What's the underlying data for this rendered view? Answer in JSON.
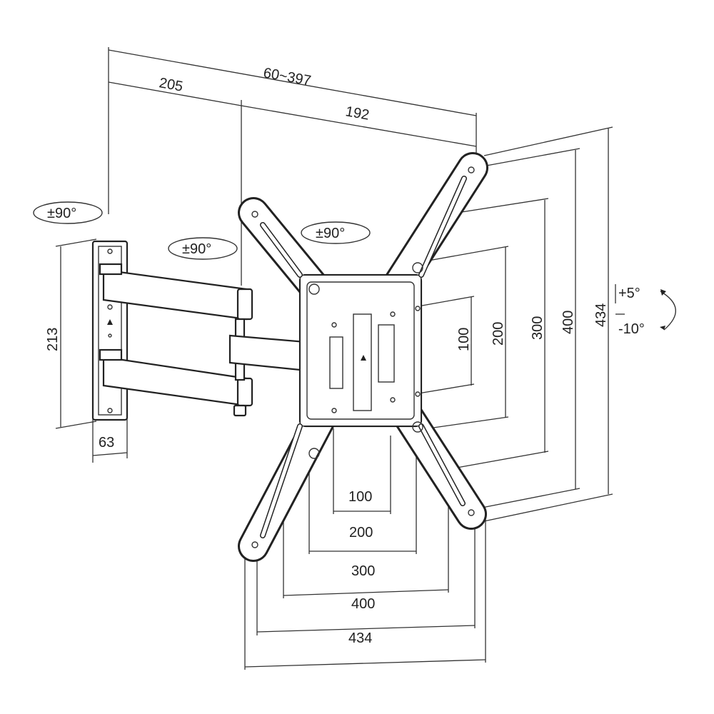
{
  "title": "TV wall mount dimension drawing",
  "dimensions": {
    "extension": "60~397",
    "arm_segment_1": "205",
    "arm_segment_2": "192",
    "wall_plate_height": "213",
    "wall_plate_width": "63",
    "vesa_vertical": [
      "100",
      "200",
      "300",
      "400",
      "434"
    ],
    "vesa_horizontal": [
      "100",
      "200",
      "300",
      "400",
      "434"
    ]
  },
  "rotation": {
    "wall_pivot": "±90°",
    "arm_pivot": "±90°",
    "plate_rotation": "±90°",
    "tilt_up": "+5°",
    "tilt_down": "-10°"
  },
  "colors": {
    "line": "#222222",
    "background": "#ffffff"
  }
}
